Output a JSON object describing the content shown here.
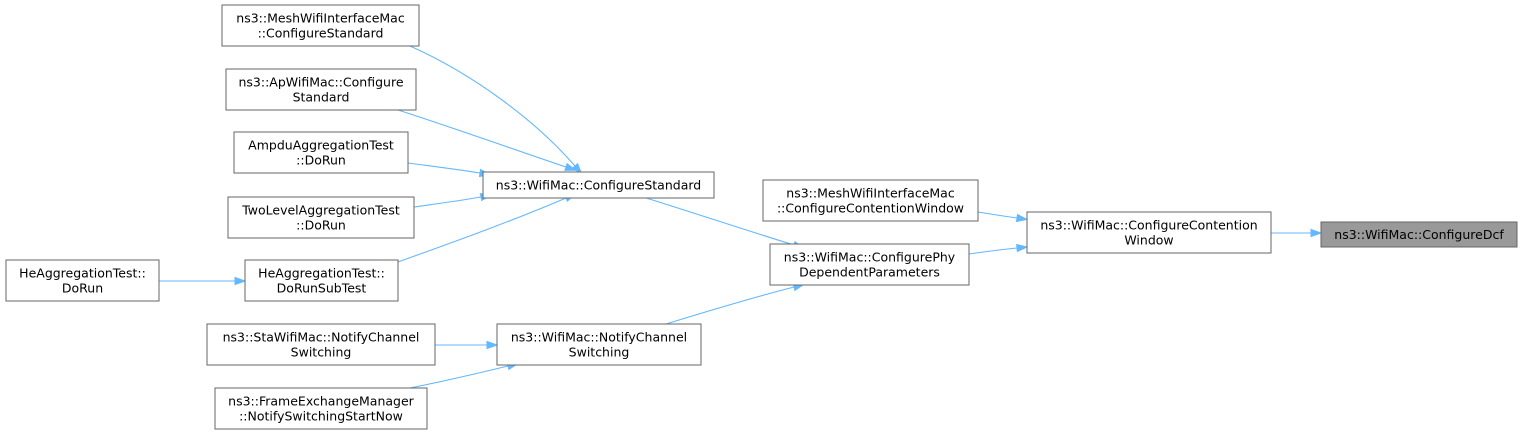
{
  "graph": {
    "root_id": "configure_dcf",
    "nodes": [
      {
        "id": "configure_dcf",
        "lines": [
          "ns3::WifiMac::ConfigureDcf"
        ],
        "highlight": true
      },
      {
        "id": "configure_contention_window",
        "lines": [
          "ns3::WifiMac::ConfigureContention",
          "Window"
        ]
      },
      {
        "id": "mesh_configure_contention_window",
        "lines": [
          "ns3::MeshWifiInterfaceMac",
          "::ConfigureContentionWindow"
        ]
      },
      {
        "id": "configure_phy_dependent_parameters",
        "lines": [
          "ns3::WifiMac::ConfigurePhy",
          "DependentParameters"
        ]
      },
      {
        "id": "configure_standard",
        "lines": [
          "ns3::WifiMac::ConfigureStandard"
        ]
      },
      {
        "id": "notify_channel_switching",
        "lines": [
          "ns3::WifiMac::NotifyChannel",
          "Switching"
        ]
      },
      {
        "id": "mesh_configure_standard",
        "lines": [
          "ns3::MeshWifiInterfaceMac",
          "::ConfigureStandard"
        ]
      },
      {
        "id": "ap_configure_standard",
        "lines": [
          "ns3::ApWifiMac::Configure",
          "Standard"
        ]
      },
      {
        "id": "ampdu_do_run",
        "lines": [
          "AmpduAggregationTest",
          "::DoRun"
        ]
      },
      {
        "id": "twolevel_do_run",
        "lines": [
          "TwoLevelAggregationTest",
          "::DoRun"
        ]
      },
      {
        "id": "he_do_run_subtest",
        "lines": [
          "HeAggregationTest::",
          "DoRunSubTest"
        ]
      },
      {
        "id": "he_do_run",
        "lines": [
          "HeAggregationTest::",
          "DoRun"
        ]
      },
      {
        "id": "sta_notify_channel_switching",
        "lines": [
          "ns3::StaWifiMac::NotifyChannel",
          "Switching"
        ]
      },
      {
        "id": "fem_notify_switching_start_now",
        "lines": [
          "ns3::FrameExchangeManager",
          "::NotifySwitchingStartNow"
        ]
      }
    ],
    "edges": [
      {
        "from": "configure_contention_window",
        "to": "configure_dcf"
      },
      {
        "from": "mesh_configure_contention_window",
        "to": "configure_contention_window"
      },
      {
        "from": "configure_phy_dependent_parameters",
        "to": "configure_contention_window"
      },
      {
        "from": "configure_standard",
        "to": "configure_phy_dependent_parameters"
      },
      {
        "from": "notify_channel_switching",
        "to": "configure_phy_dependent_parameters"
      },
      {
        "from": "mesh_configure_standard",
        "to": "configure_standard"
      },
      {
        "from": "ap_configure_standard",
        "to": "configure_standard"
      },
      {
        "from": "ampdu_do_run",
        "to": "configure_standard"
      },
      {
        "from": "twolevel_do_run",
        "to": "configure_standard"
      },
      {
        "from": "he_do_run_subtest",
        "to": "configure_standard"
      },
      {
        "from": "he_do_run",
        "to": "he_do_run_subtest"
      },
      {
        "from": "sta_notify_channel_switching",
        "to": "notify_channel_switching"
      },
      {
        "from": "fem_notify_switching_start_now",
        "to": "notify_channel_switching"
      }
    ],
    "colors": {
      "edge": "#63b8ff",
      "node_border": "#666666",
      "node_fill": "#ffffff",
      "root_fill": "#999999"
    }
  }
}
